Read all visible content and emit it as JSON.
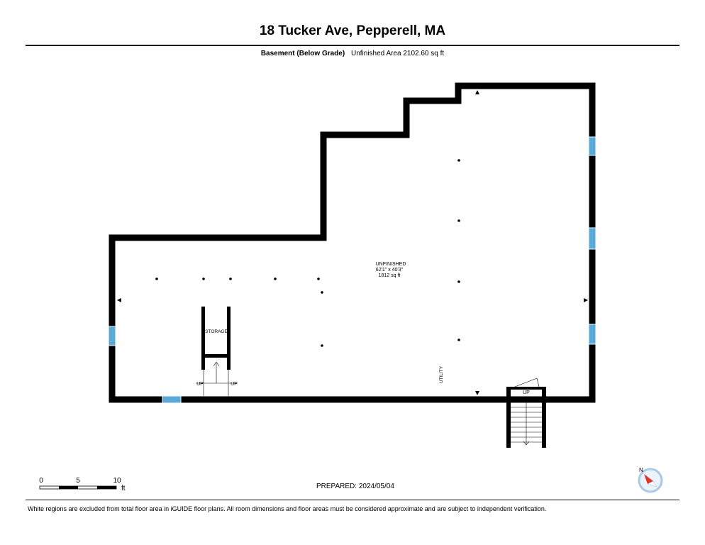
{
  "header": {
    "address": "18 Tucker Ave, Pepperell, MA",
    "floor_name": "Basement (Below Grade)",
    "area_label": "Unfinished Area 2102.60 sq ft"
  },
  "rooms": {
    "unfinished": {
      "name": "UNFINISHED",
      "dimensions": "62'1\" x 40'3\"",
      "area": "1812 sq ft"
    },
    "storage": {
      "name": "STORAGE"
    },
    "utility": {
      "name": "UTILITY"
    }
  },
  "stairs": {
    "left_up_1": "UP",
    "left_up_2": "UP",
    "bulkhead_up": "UP"
  },
  "scale_bar": {
    "labels": [
      "0",
      "5",
      "10"
    ],
    "unit": "ft"
  },
  "compass": {
    "north_label": "N"
  },
  "prepared": "PREPARED:  2024/05/04",
  "footer_note": "White regions are excluded from total floor area in iGUIDE floor plans. All room dimensions and floor areas must be considered approximate and are subject to independent verification.",
  "colors": {
    "wall": "#000000",
    "window": "#5aaad8",
    "compass_needle": "#e0322c",
    "compass_ring": "#a9c9e6"
  }
}
